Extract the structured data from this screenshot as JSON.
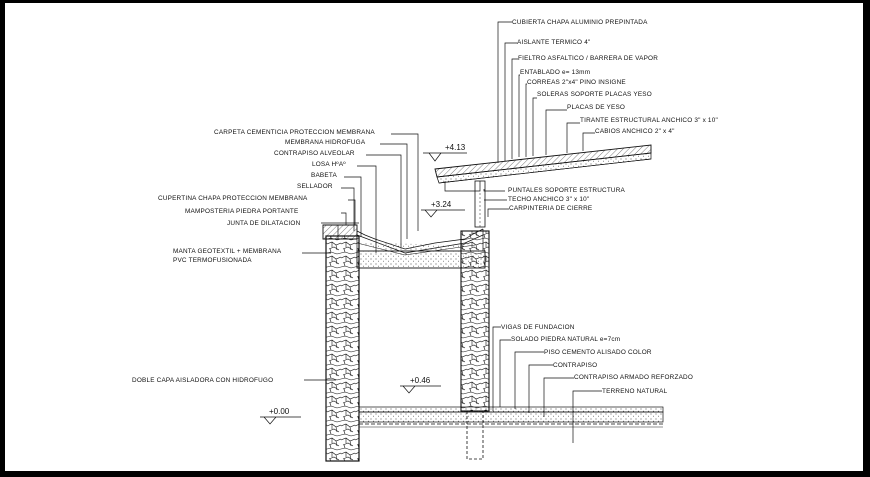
{
  "labels": {
    "cubierta": "CUBIERTA CHAPA ALUMINIO PREPINTADA",
    "aislante": "AISLANTE TERMICO 4\"",
    "fieltro": "FIELTRO ASFALTICO / BARRERA DE VAPOR",
    "entablado": "ENTABLADO e= 13mm",
    "correas": "CORREAS 2\"x4\" PINO INSIGNE",
    "soleras": "SOLERAS SOPORTE PLACAS YESO",
    "placas": "PLACAS DE YESO",
    "tirante": "TIRANTE ESTRUCTURAL ANCHICO 3\" x 10\"",
    "cabios": "CABIOS ANCHICO 2\" x 4\"",
    "carpeta": "CARPETA CEMENTICIA PROTECCION MEMBRANA",
    "membrana_hidrofuga": "MEMBRANA HIDROFUGA",
    "contrapiso_alveolar": "CONTRAPISO ALVEOLAR",
    "losa": "LOSA HºAº",
    "babeta": "BABETA",
    "sellador": "SELLADOR",
    "cupertina": "CUPERTINA CHAPA PROTECCION MEMBRANA",
    "mamposteria": "MAMPOSTERIA PIEDRA PORTANTE",
    "junta": "JUNTA DE DILATACION",
    "manta_1": "MANTA GEOTEXTIL + MEMBRANA",
    "manta_2": "PVC TERMOFUSIONADA",
    "puntales": "PUNTALES SOPORTE ESTRUCTURA",
    "techo_anchico": "TECHO ANCHICO 3\" x 10\"",
    "carpinteria": "CARPINTERIA DE CIERRE",
    "vigas": "VIGAS DE FUNDACION",
    "solado": "SOLADO PIEDRA NATURAL e=7cm",
    "piso": "PISO CEMENTO ALISADO COLOR",
    "contrapiso": "CONTRAPISO",
    "contrapiso_armado": "CONTRAPISO ARMADO REFORZADO",
    "terreno": "TERRENO NATURAL",
    "doble_capa": "DOBLE CAPA AISLADORA CON HIDROFUGO"
  },
  "levels": {
    "roof": "+4.13",
    "slab": "+3.24",
    "floor": "+0.46",
    "ground": "+0.00"
  }
}
